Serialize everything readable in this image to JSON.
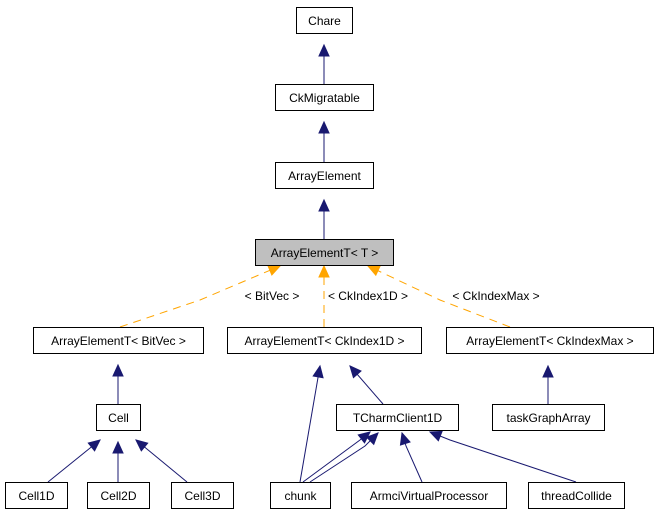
{
  "diagram": {
    "type": "inheritance-graph",
    "nodes": [
      {
        "id": "chare",
        "label": "Chare"
      },
      {
        "id": "ckmigratable",
        "label": "CkMigratable"
      },
      {
        "id": "arrayelement",
        "label": "ArrayElement"
      },
      {
        "id": "arrayelementt",
        "label": "ArrayElementT< T >",
        "current": true
      },
      {
        "id": "ae-bitvec",
        "label": "ArrayElementT< BitVec >"
      },
      {
        "id": "ae-ckindex1d",
        "label": "ArrayElementT< CkIndex1D >"
      },
      {
        "id": "ae-ckindexmax",
        "label": "ArrayElementT< CkIndexMax >"
      },
      {
        "id": "cell",
        "label": "Cell"
      },
      {
        "id": "tcharmclient1d",
        "label": "TCharmClient1D"
      },
      {
        "id": "taskgrapharray",
        "label": "taskGraphArray"
      },
      {
        "id": "cell1d",
        "label": "Cell1D"
      },
      {
        "id": "cell2d",
        "label": "Cell2D"
      },
      {
        "id": "cell3d",
        "label": "Cell3D"
      },
      {
        "id": "chunk",
        "label": "chunk"
      },
      {
        "id": "armcivirtualprocessor",
        "label": "ArmciVirtualProcessor"
      },
      {
        "id": "threadcollide",
        "label": "threadCollide"
      }
    ],
    "edges": [
      {
        "from": "ckmigratable",
        "to": "chare",
        "style": "inheritance"
      },
      {
        "from": "arrayelement",
        "to": "ckmigratable",
        "style": "inheritance"
      },
      {
        "from": "arrayelementt",
        "to": "arrayelement",
        "style": "inheritance"
      },
      {
        "from": "ae-bitvec",
        "to": "arrayelementt",
        "style": "template",
        "label": "< BitVec >"
      },
      {
        "from": "ae-ckindex1d",
        "to": "arrayelementt",
        "style": "template",
        "label": "< CkIndex1D >"
      },
      {
        "from": "ae-ckindexmax",
        "to": "arrayelementt",
        "style": "template",
        "label": "< CkIndexMax >"
      },
      {
        "from": "cell",
        "to": "ae-bitvec",
        "style": "inheritance"
      },
      {
        "from": "cell1d",
        "to": "cell",
        "style": "inheritance"
      },
      {
        "from": "cell2d",
        "to": "cell",
        "style": "inheritance"
      },
      {
        "from": "cell3d",
        "to": "cell",
        "style": "inheritance"
      },
      {
        "from": "chunk",
        "to": "ae-ckindex1d",
        "style": "inheritance"
      },
      {
        "from": "tcharmclient1d",
        "to": "ae-ckindex1d",
        "style": "inheritance"
      },
      {
        "from": "chunk",
        "to": "tcharmclient1d",
        "style": "inheritance"
      },
      {
        "from": "chunk",
        "to": "tcharmclient1d",
        "style": "inheritance"
      },
      {
        "from": "armcivirtualprocessor",
        "to": "tcharmclient1d",
        "style": "inheritance"
      },
      {
        "from": "threadcollide",
        "to": "tcharmclient1d",
        "style": "inheritance"
      },
      {
        "from": "taskgrapharray",
        "to": "ae-ckindexmax",
        "style": "inheritance"
      }
    ],
    "colors": {
      "inheritance_edge": "#191970",
      "template_edge": "#ffa500",
      "current_node_fill": "#bfbfbf",
      "node_fill": "#ffffff",
      "node_border": "#000000"
    }
  }
}
